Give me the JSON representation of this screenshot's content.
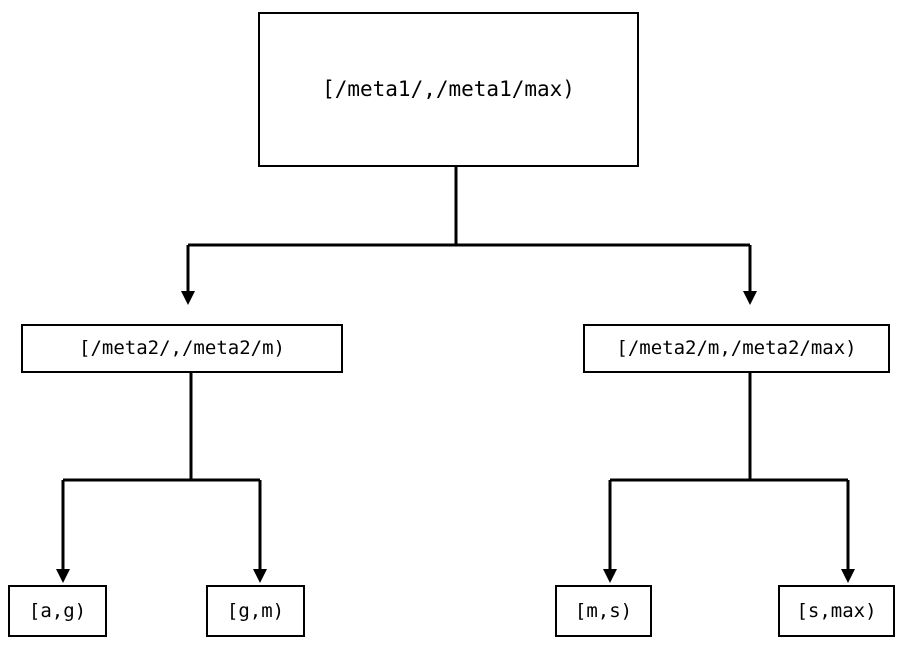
{
  "diagram": {
    "type": "tree",
    "title": "",
    "background_color": "#ffffff",
    "line_color": "#000000",
    "text_color": "#000000",
    "nodes": {
      "root": {
        "label": "[/meta1/,/meta1/max)"
      },
      "mid_left": {
        "label": "[/meta2/,/meta2/m)"
      },
      "mid_right": {
        "label": "[/meta2/m,/meta2/max)"
      },
      "leaf_ag": {
        "label": "[a,g)"
      },
      "leaf_gm": {
        "label": "[g,m)"
      },
      "leaf_ms": {
        "label": "[m,s)"
      },
      "leaf_smax": {
        "label": "[s,max)"
      }
    },
    "edges": [
      {
        "from": "root",
        "to": "mid_left",
        "arrow": "down-triangle"
      },
      {
        "from": "root",
        "to": "mid_right",
        "arrow": "down-triangle"
      },
      {
        "from": "mid_left",
        "to": "leaf_ag",
        "arrow": "down-triangle"
      },
      {
        "from": "mid_left",
        "to": "leaf_gm",
        "arrow": "down-triangle"
      },
      {
        "from": "mid_right",
        "to": "leaf_ms",
        "arrow": "down-triangle"
      },
      {
        "from": "mid_right",
        "to": "leaf_smax",
        "arrow": "down-triangle"
      }
    ]
  }
}
